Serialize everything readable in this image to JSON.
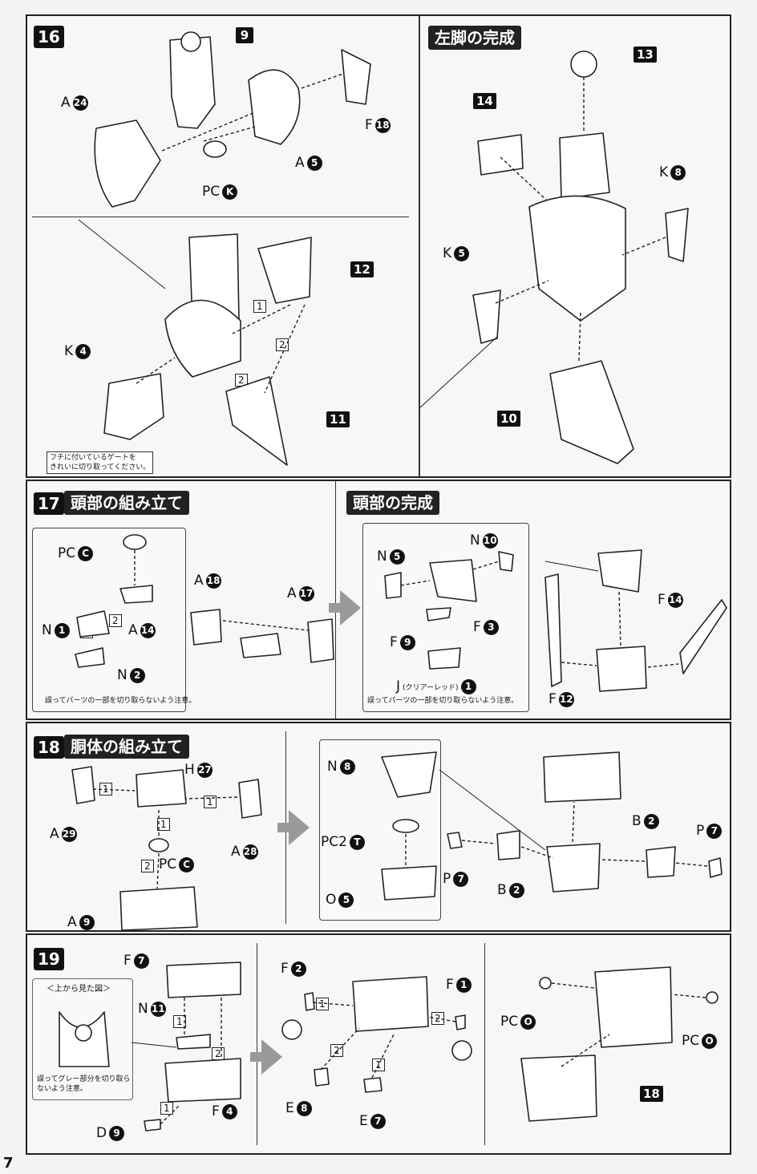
{
  "page_number": "7",
  "step16": {
    "num": "16",
    "labels": {
      "p9": "9",
      "a24": {
        "letter": "A",
        "num": "24"
      },
      "f18": {
        "letter": "F",
        "num": "18"
      },
      "a5": {
        "letter": "A",
        "num": "5"
      },
      "pck": {
        "letter": "PC",
        "num": "K"
      },
      "p12": "12",
      "k4": {
        "letter": "K",
        "num": "4"
      },
      "p11": "11"
    },
    "steps": [
      "1",
      "2",
      "2"
    ],
    "note": "フチに付いているゲートを\nきれいに切り取ってください。"
  },
  "left_leg": {
    "title": "左脚の完成",
    "labels": {
      "p13": "13",
      "p14": "14",
      "k8": {
        "letter": "K",
        "num": "8"
      },
      "k5": {
        "letter": "K",
        "num": "5"
      },
      "p10": "10"
    }
  },
  "step17": {
    "num": "17",
    "title": "頭部の組み立て",
    "labels": {
      "pcc": {
        "letter": "PC",
        "num": "C"
      },
      "n1": {
        "letter": "N",
        "num": "1"
      },
      "a14": {
        "letter": "A",
        "num": "14"
      },
      "n2": {
        "letter": "N",
        "num": "2"
      },
      "a18": {
        "letter": "A",
        "num": "18"
      },
      "a17": {
        "letter": "A",
        "num": "17"
      }
    },
    "steps": [
      "1",
      "2"
    ],
    "note": "誤ってパーツの一部を切り取らないよう注意。"
  },
  "head_complete": {
    "title": "頭部の完成",
    "labels": {
      "n10": {
        "letter": "N",
        "num": "10"
      },
      "n5": {
        "letter": "N",
        "num": "5"
      },
      "f3": {
        "letter": "F",
        "num": "3"
      },
      "f9": {
        "letter": "F",
        "num": "9"
      },
      "j1": {
        "letter": "J",
        "sub": "(クリアーレッド)",
        "num": "1"
      },
      "f14": {
        "letter": "F",
        "num": "14"
      },
      "f12": {
        "letter": "F",
        "num": "12"
      }
    },
    "note": "誤ってパーツの一部を切り取らないよう注意。"
  },
  "step18": {
    "num": "18",
    "title": "胴体の組み立て",
    "labels": {
      "h27": {
        "letter": "H",
        "num": "27"
      },
      "a29": {
        "letter": "A",
        "num": "29"
      },
      "a28": {
        "letter": "A",
        "num": "28"
      },
      "pcc": {
        "letter": "PC",
        "num": "C"
      },
      "a9": {
        "letter": "A",
        "num": "9"
      },
      "n8": {
        "letter": "N",
        "num": "8"
      },
      "pc2t": {
        "letter": "PC2",
        "num": "T"
      },
      "o5": {
        "letter": "O",
        "num": "5"
      },
      "p7a": {
        "letter": "P",
        "num": "7"
      },
      "b2a": {
        "letter": "B",
        "num": "2"
      },
      "b2b": {
        "letter": "B",
        "num": "2"
      },
      "p7b": {
        "letter": "P",
        "num": "7"
      }
    },
    "steps": [
      "1",
      "1",
      "1",
      "2"
    ]
  },
  "step19": {
    "num": "19",
    "topview_title": "＜上から見た図＞",
    "topview_note": "誤ってグレー部分を切り取ら\nないよう注意。",
    "labels": {
      "f7": {
        "letter": "F",
        "num": "7"
      },
      "n11": {
        "letter": "N",
        "num": "11"
      },
      "f4": {
        "letter": "F",
        "num": "4"
      },
      "d9": {
        "letter": "D",
        "num": "9"
      },
      "f2": {
        "letter": "F",
        "num": "2"
      },
      "f1": {
        "letter": "F",
        "num": "1"
      },
      "e8": {
        "letter": "E",
        "num": "8"
      },
      "e7": {
        "letter": "E",
        "num": "7"
      },
      "pco_a": {
        "letter": "PC",
        "num": "O"
      },
      "pco_b": {
        "letter": "PC",
        "num": "O"
      },
      "p18": "18"
    },
    "steps": [
      "1",
      "2",
      "1",
      "1",
      "2",
      "2",
      "1"
    ]
  }
}
